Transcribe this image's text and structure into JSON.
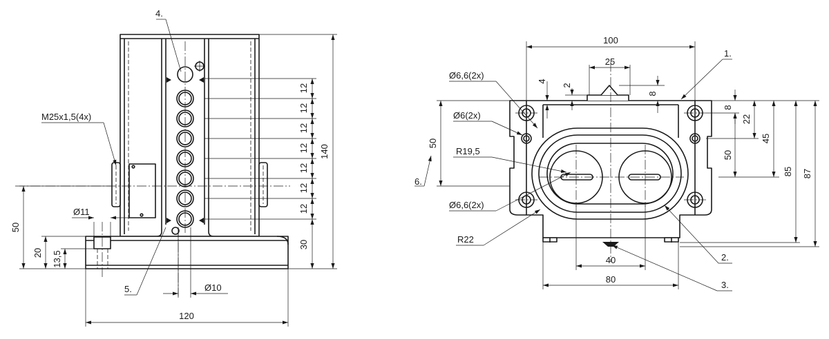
{
  "left_view": {
    "dims": {
      "height_total": "140",
      "width_total": "120",
      "axis_height": "50",
      "base_height": "20",
      "hole_depth": "13,5",
      "bottom_hole_height": "30",
      "pitch": [
        "12",
        "12",
        "12",
        "12",
        "12",
        "12",
        "12"
      ],
      "hole_dia": "Ø11",
      "pin_dia": "Ø10",
      "thread": "M25x1,5(4x)"
    },
    "callouts": {
      "item4": "4.",
      "item5": "5."
    }
  },
  "right_view": {
    "dims": {
      "width_total": "100",
      "center_spacing": "25",
      "gap_2": "2",
      "gap_4": "4",
      "gap_8_top": "8",
      "gap_8_right": "8",
      "dim_22": "22",
      "dim_45": "45",
      "dim_50_inner": "50",
      "dim_50_left": "50",
      "dim_85": "85",
      "dim_87": "87",
      "dim_40": "40",
      "dim_80": "80",
      "hole_a": "Ø6,6(2x)",
      "hole_b": "Ø6(2x)",
      "hole_c": "Ø6,6(2x)",
      "radius_a": "R19,5",
      "radius_b": "R22"
    },
    "callouts": {
      "item1": "1.",
      "item2": "2.",
      "item3": "3.",
      "item6": "6."
    }
  }
}
